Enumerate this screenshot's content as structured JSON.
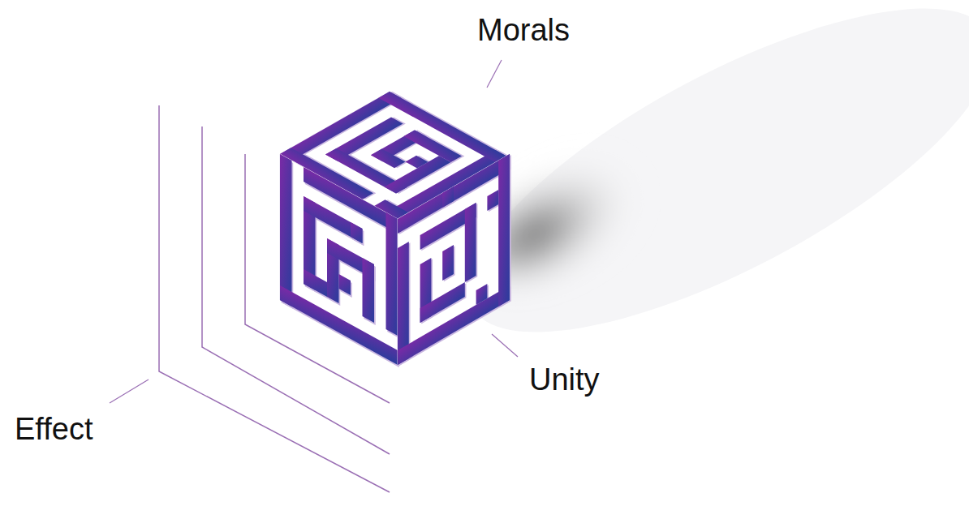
{
  "diagram": {
    "labels": [
      "Morals",
      "Unity",
      "Effect"
    ]
  }
}
